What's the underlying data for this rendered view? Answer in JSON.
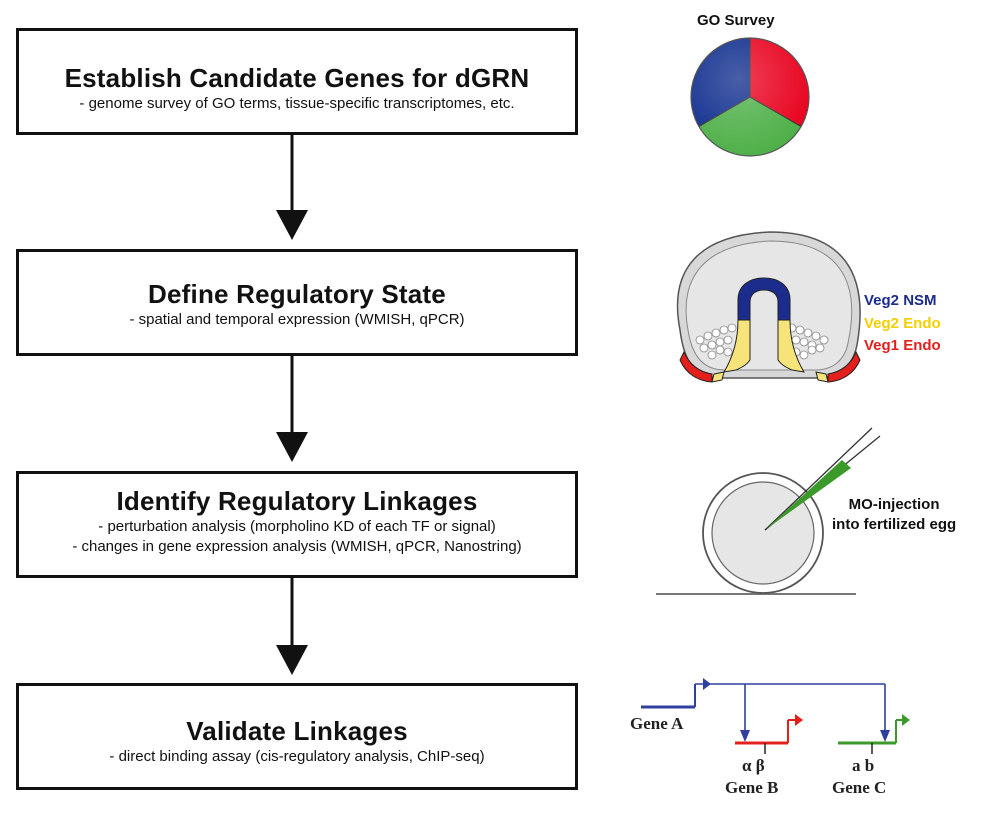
{
  "steps": [
    {
      "title": "Establish Candidate Genes for dGRN",
      "details": [
        "- genome survey of GO terms, tissue-specific transcriptomes, etc."
      ]
    },
    {
      "title": "Define Regulatory State",
      "details": [
        "- spatial and temporal expression (WMISH, qPCR)"
      ]
    },
    {
      "title": "Identify Regulatory Linkages",
      "details": [
        "- perturbation analysis (morpholino KD of each TF or signal)",
        "- changes in gene expression analysis (WMISH, qPCR, Nanostring)"
      ]
    },
    {
      "title": "Validate Linkages",
      "details": [
        "- direct binding assay (cis-regulatory analysis, ChIP-seq)"
      ]
    }
  ],
  "go_survey": {
    "label": "GO Survey",
    "slices": [
      {
        "color": "#e8001c"
      },
      {
        "color": "#4caf46"
      },
      {
        "color": "#0b2a8c"
      }
    ]
  },
  "embryo_legend": [
    {
      "label": "Veg2 NSM",
      "color": "#1c2c8c"
    },
    {
      "label": "Veg2 Endo",
      "color": "#f0d000"
    },
    {
      "label": "Veg1 Endo",
      "color": "#e3201b"
    }
  ],
  "injection": {
    "label_line1": "MO-injection",
    "label_line2": "into fertilized egg"
  },
  "gene_network": {
    "gene_a": "Gene A",
    "gene_b": "Gene B",
    "gene_c": "Gene C",
    "sites_b": "α  β",
    "sites_c": "a  b",
    "colors": {
      "a": "#2e3f9e",
      "b": "#e3201b",
      "c": "#3c9a2a"
    }
  }
}
